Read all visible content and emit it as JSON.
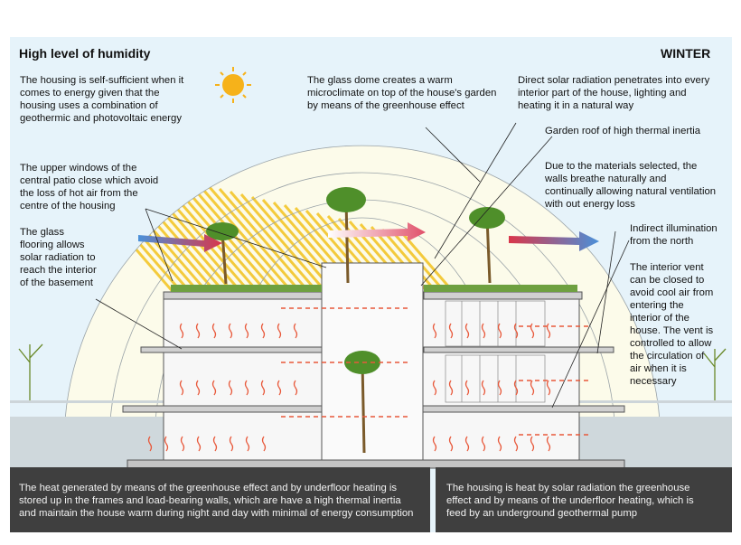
{
  "header": {
    "title_left": "High level of humidity",
    "title_right": "WINTER"
  },
  "labels": {
    "housing_self_sufficient": "The housing is self-sufficient when it\ncomes to energy given that the\nhousing uses a combination of\ngeothermic and photovoltaic energy",
    "glass_dome": "The glass dome creates a warm\nmicroclimate on top of the house's garden\nby means of the greenhouse effect",
    "direct_solar": "Direct solar radiation penetrates into every\ninterior part of the house, lighting and\nheating it in a natural way",
    "garden_roof": "Garden roof of high thermal inertia",
    "upper_windows": "The upper windows of the\ncentral patio close which avoid\nthe loss of hot air from the\ncentre of the housing",
    "materials": "Due to the materials selected, the\nwalls breathe naturally and\ncontinually allowing natural ventilation\nwith out energy loss",
    "glass_flooring": "The glass\nflooring allows\nsolar radiation to\nreach the interior\nof the basement",
    "indirect_illumination": "Indirect illumination\nfrom the north",
    "interior_vent": "The interior vent\ncan be closed to\navoid cool air from\nentering the\ninterior of the\nhouse. The vent is\ncontrolled to allow\nthe circulation of\nair when it is\nnecessary"
  },
  "footer": {
    "left_text": "The heat generated by means of the greenhouse effect and by underfloor heating is\nstored up in the frames and load-bearing walls, which are have a high thermal inertia\nand maintain the house warm during night and day with minimal of energy consumption",
    "right_text": "The housing is heat by solar radiation the greenhouse\neffect and by means of the underfloor heating, which is\nfeed by an underground geothermal pump"
  },
  "colors": {
    "sun": "#f6b21a",
    "rays": "#f2c21e",
    "heat": "#e8583a",
    "cold_air": "#4a90d9",
    "warm_air": "#d9364a",
    "ground": "#3f3f3f",
    "background": "#e6f3fa"
  },
  "icons": [
    "sun-icon",
    "palm-tree-icon",
    "air-flow-arrow-icon",
    "heat-wave-icon"
  ]
}
